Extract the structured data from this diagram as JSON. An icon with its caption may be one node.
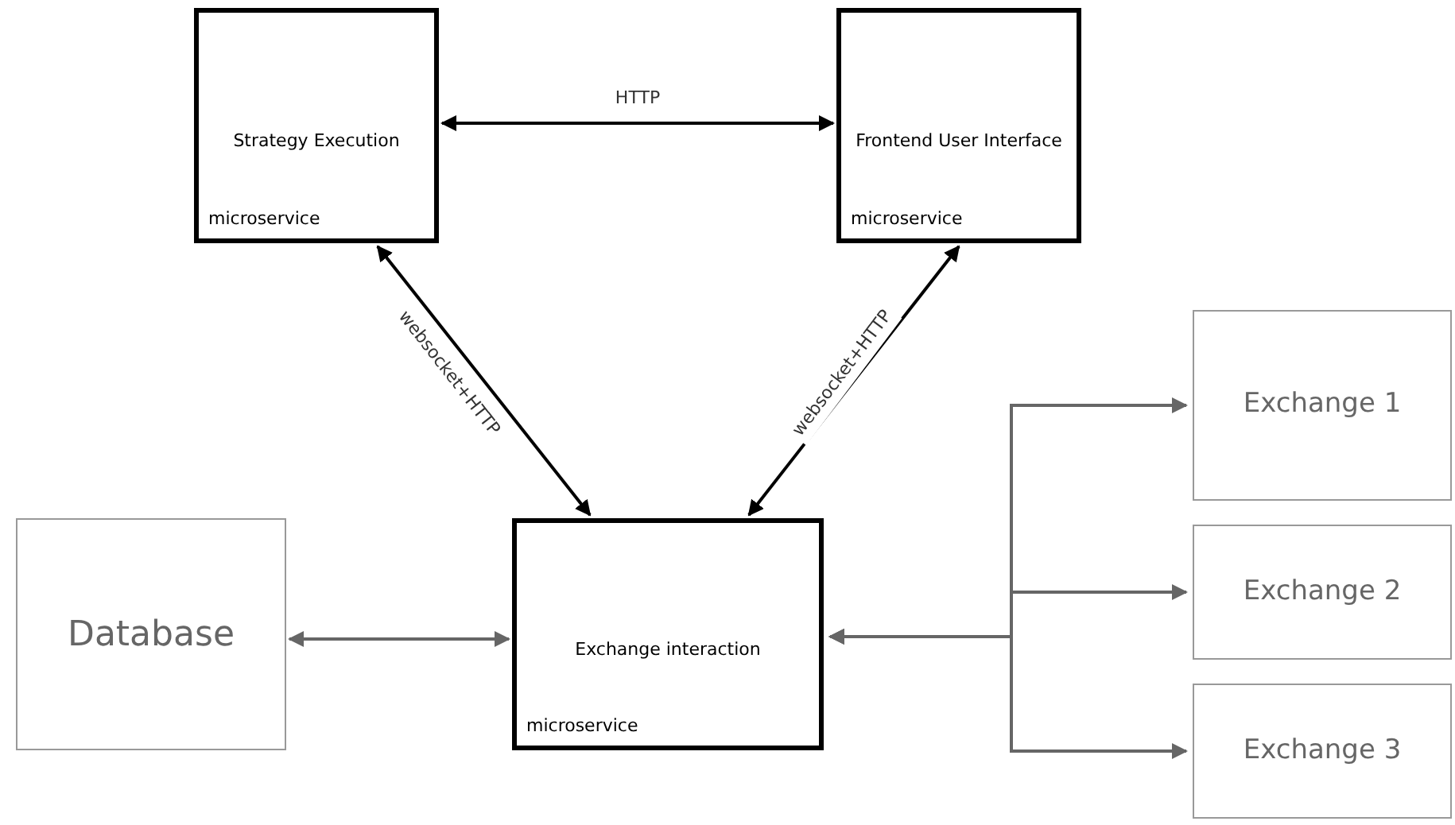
{
  "diagram": {
    "nodes": [
      {
        "text": [
          "Strategy Execution",
          "microservice"
        ]
      },
      {
        "text": [
          "Frontend User Interface",
          "microservice"
        ]
      },
      {
        "text": [
          "Database"
        ]
      },
      {
        "text": [
          "Exchange interaction",
          "microservice"
        ]
      },
      {
        "text": [
          "Exchange 1"
        ]
      },
      {
        "text": [
          "Exchange 2"
        ]
      },
      {
        "text": [
          "Exchange 3"
        ]
      }
    ],
    "edges": [
      {
        "from": 0,
        "to": 1,
        "arrow": "both",
        "label": "HTTP",
        "color": "#000000"
      },
      {
        "from": 0,
        "to": 3,
        "arrow": "both",
        "label": "websocket+HTTP",
        "color": "#000000"
      },
      {
        "from": 1,
        "to": 3,
        "arrow": "both",
        "label": "websocket+HTTP",
        "color": "#000000"
      },
      {
        "from": 2,
        "to": 3,
        "arrow": "both"
      },
      {
        "from": 3,
        "to": 4,
        "arrow": "both"
      },
      {
        "from": 3,
        "to": 5,
        "arrow": "both"
      },
      {
        "from": 3,
        "to": 6,
        "arrow": "both"
      }
    ]
  }
}
